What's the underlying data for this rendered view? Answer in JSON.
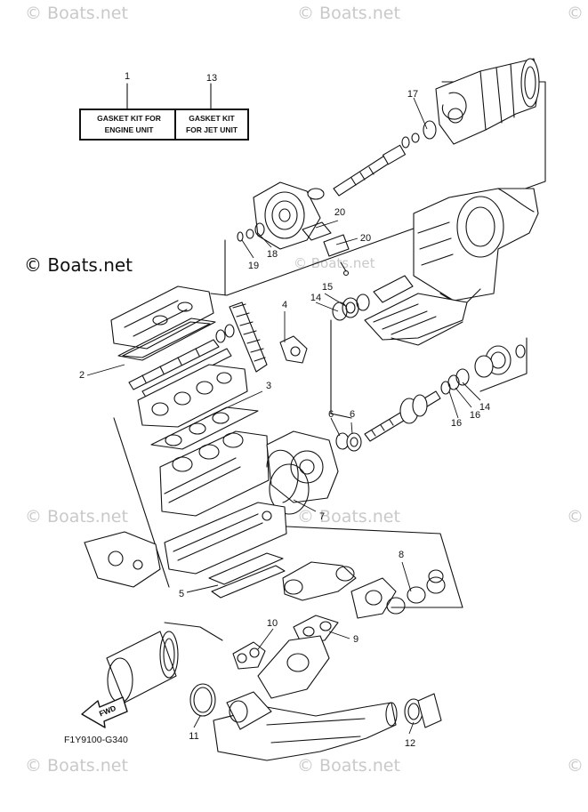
{
  "watermark": {
    "text": "© Boats.net"
  },
  "brand_label": "© Boats.net",
  "gasket_kits": [
    {
      "callout": "1",
      "lines": [
        "GASKET KIT FOR",
        "ENGINE UNIT"
      ]
    },
    {
      "callout": "13",
      "lines": [
        "GASKET KIT",
        "FOR JET UNIT"
      ]
    }
  ],
  "callouts": [
    "1",
    "2",
    "3",
    "4",
    "5",
    "6",
    "6",
    "7",
    "8",
    "9",
    "10",
    "11",
    "12",
    "13",
    "14",
    "14",
    "15",
    "16",
    "16",
    "17",
    "18",
    "19",
    "20",
    "20"
  ],
  "direction_arrow": "FWD",
  "diagram_code": "F1Y9100-G340"
}
